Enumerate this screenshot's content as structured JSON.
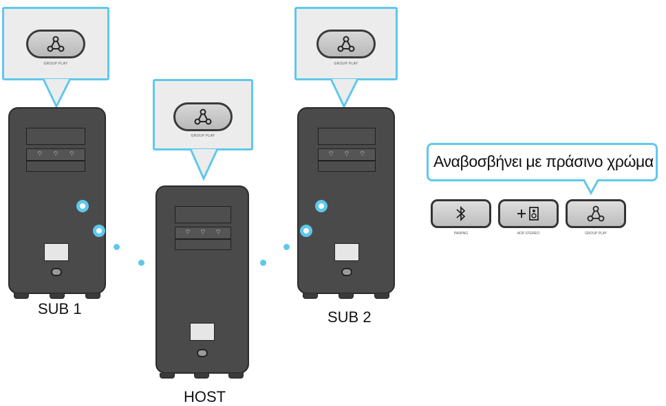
{
  "labels": {
    "sub1": "SUB 1",
    "host": "HOST",
    "sub2": "SUB 2"
  },
  "callout_caption": "GROUP PLAY",
  "right_panel": {
    "title": "Αναβοσβήνει με πράσινο χρώμα",
    "buttons": [
      {
        "icon": "bluetooth-icon",
        "caption": "PAIRING"
      },
      {
        "icon": "add-stereo-icon",
        "caption": "ADD STEREO"
      },
      {
        "icon": "group-play-icon",
        "caption": "GROUP PLAY"
      }
    ]
  },
  "colors": {
    "accent": "#5ec8ea",
    "speaker_body": "#4a4a4a"
  }
}
